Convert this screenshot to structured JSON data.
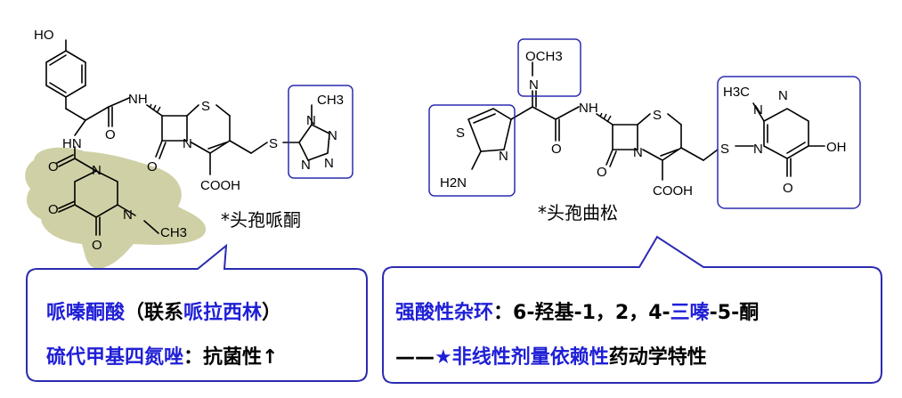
{
  "colors": {
    "accent_blue": "#1f1fd6",
    "highlight": "#c8c896",
    "box_border": "#2b2bb0"
  },
  "left_molecule": {
    "name": "*头孢哌酮",
    "labels": {
      "ho": "HO",
      "nh": "NH",
      "hn": "HN",
      "o_amide": "O",
      "s_ring": "S",
      "n_ring": "N",
      "o_lactam": "O",
      "cooh": "COOH",
      "s_link": "S",
      "ch3": "CH3",
      "n1": "N",
      "n2": "N",
      "n3": "N",
      "n4": "N",
      "o_urea": "O",
      "n_pip1": "N",
      "n_pip2": "N",
      "o_pip1": "O",
      "o_pip2": "O",
      "ch3_ethyl": "CH3"
    }
  },
  "right_molecule": {
    "name": "*头孢曲松",
    "labels": {
      "och3": "OCH3",
      "n_oxime": "N",
      "nh": "NH",
      "o_amide": "O",
      "s_thz": "S",
      "n_thz": "N",
      "h2n": "H2N",
      "s_ring": "S",
      "n_ring": "N",
      "o_lactam": "O",
      "cooh": "COOH",
      "s_link": "S",
      "h3c": "H3C",
      "n1": "N",
      "n2": "N",
      "n3": "N",
      "oh": "OH",
      "o_triazine": "O"
    }
  },
  "left_callout": {
    "line1": [
      {
        "text": "哌嗪酮酸",
        "color": "blue"
      },
      {
        "text": "（联系",
        "color": "black"
      },
      {
        "text": "哌拉西林",
        "color": "blue"
      },
      {
        "text": "）",
        "color": "black"
      }
    ],
    "line2": [
      {
        "text": "硫代甲基四氮唑",
        "color": "blue"
      },
      {
        "text": "：抗菌性↑",
        "color": "black"
      }
    ]
  },
  "right_callout": {
    "line1": [
      {
        "text": "强酸性杂环",
        "color": "blue"
      },
      {
        "text": "：6-羟基-1，2，4-",
        "color": "black"
      },
      {
        "text": "三嗪",
        "color": "blue"
      },
      {
        "text": "-5-酮",
        "color": "black"
      }
    ],
    "line2": [
      {
        "text": "——",
        "color": "black"
      },
      {
        "text": "★非线性剂量依赖性",
        "color": "blue"
      },
      {
        "text": "药动学特性",
        "color": "black"
      }
    ]
  }
}
